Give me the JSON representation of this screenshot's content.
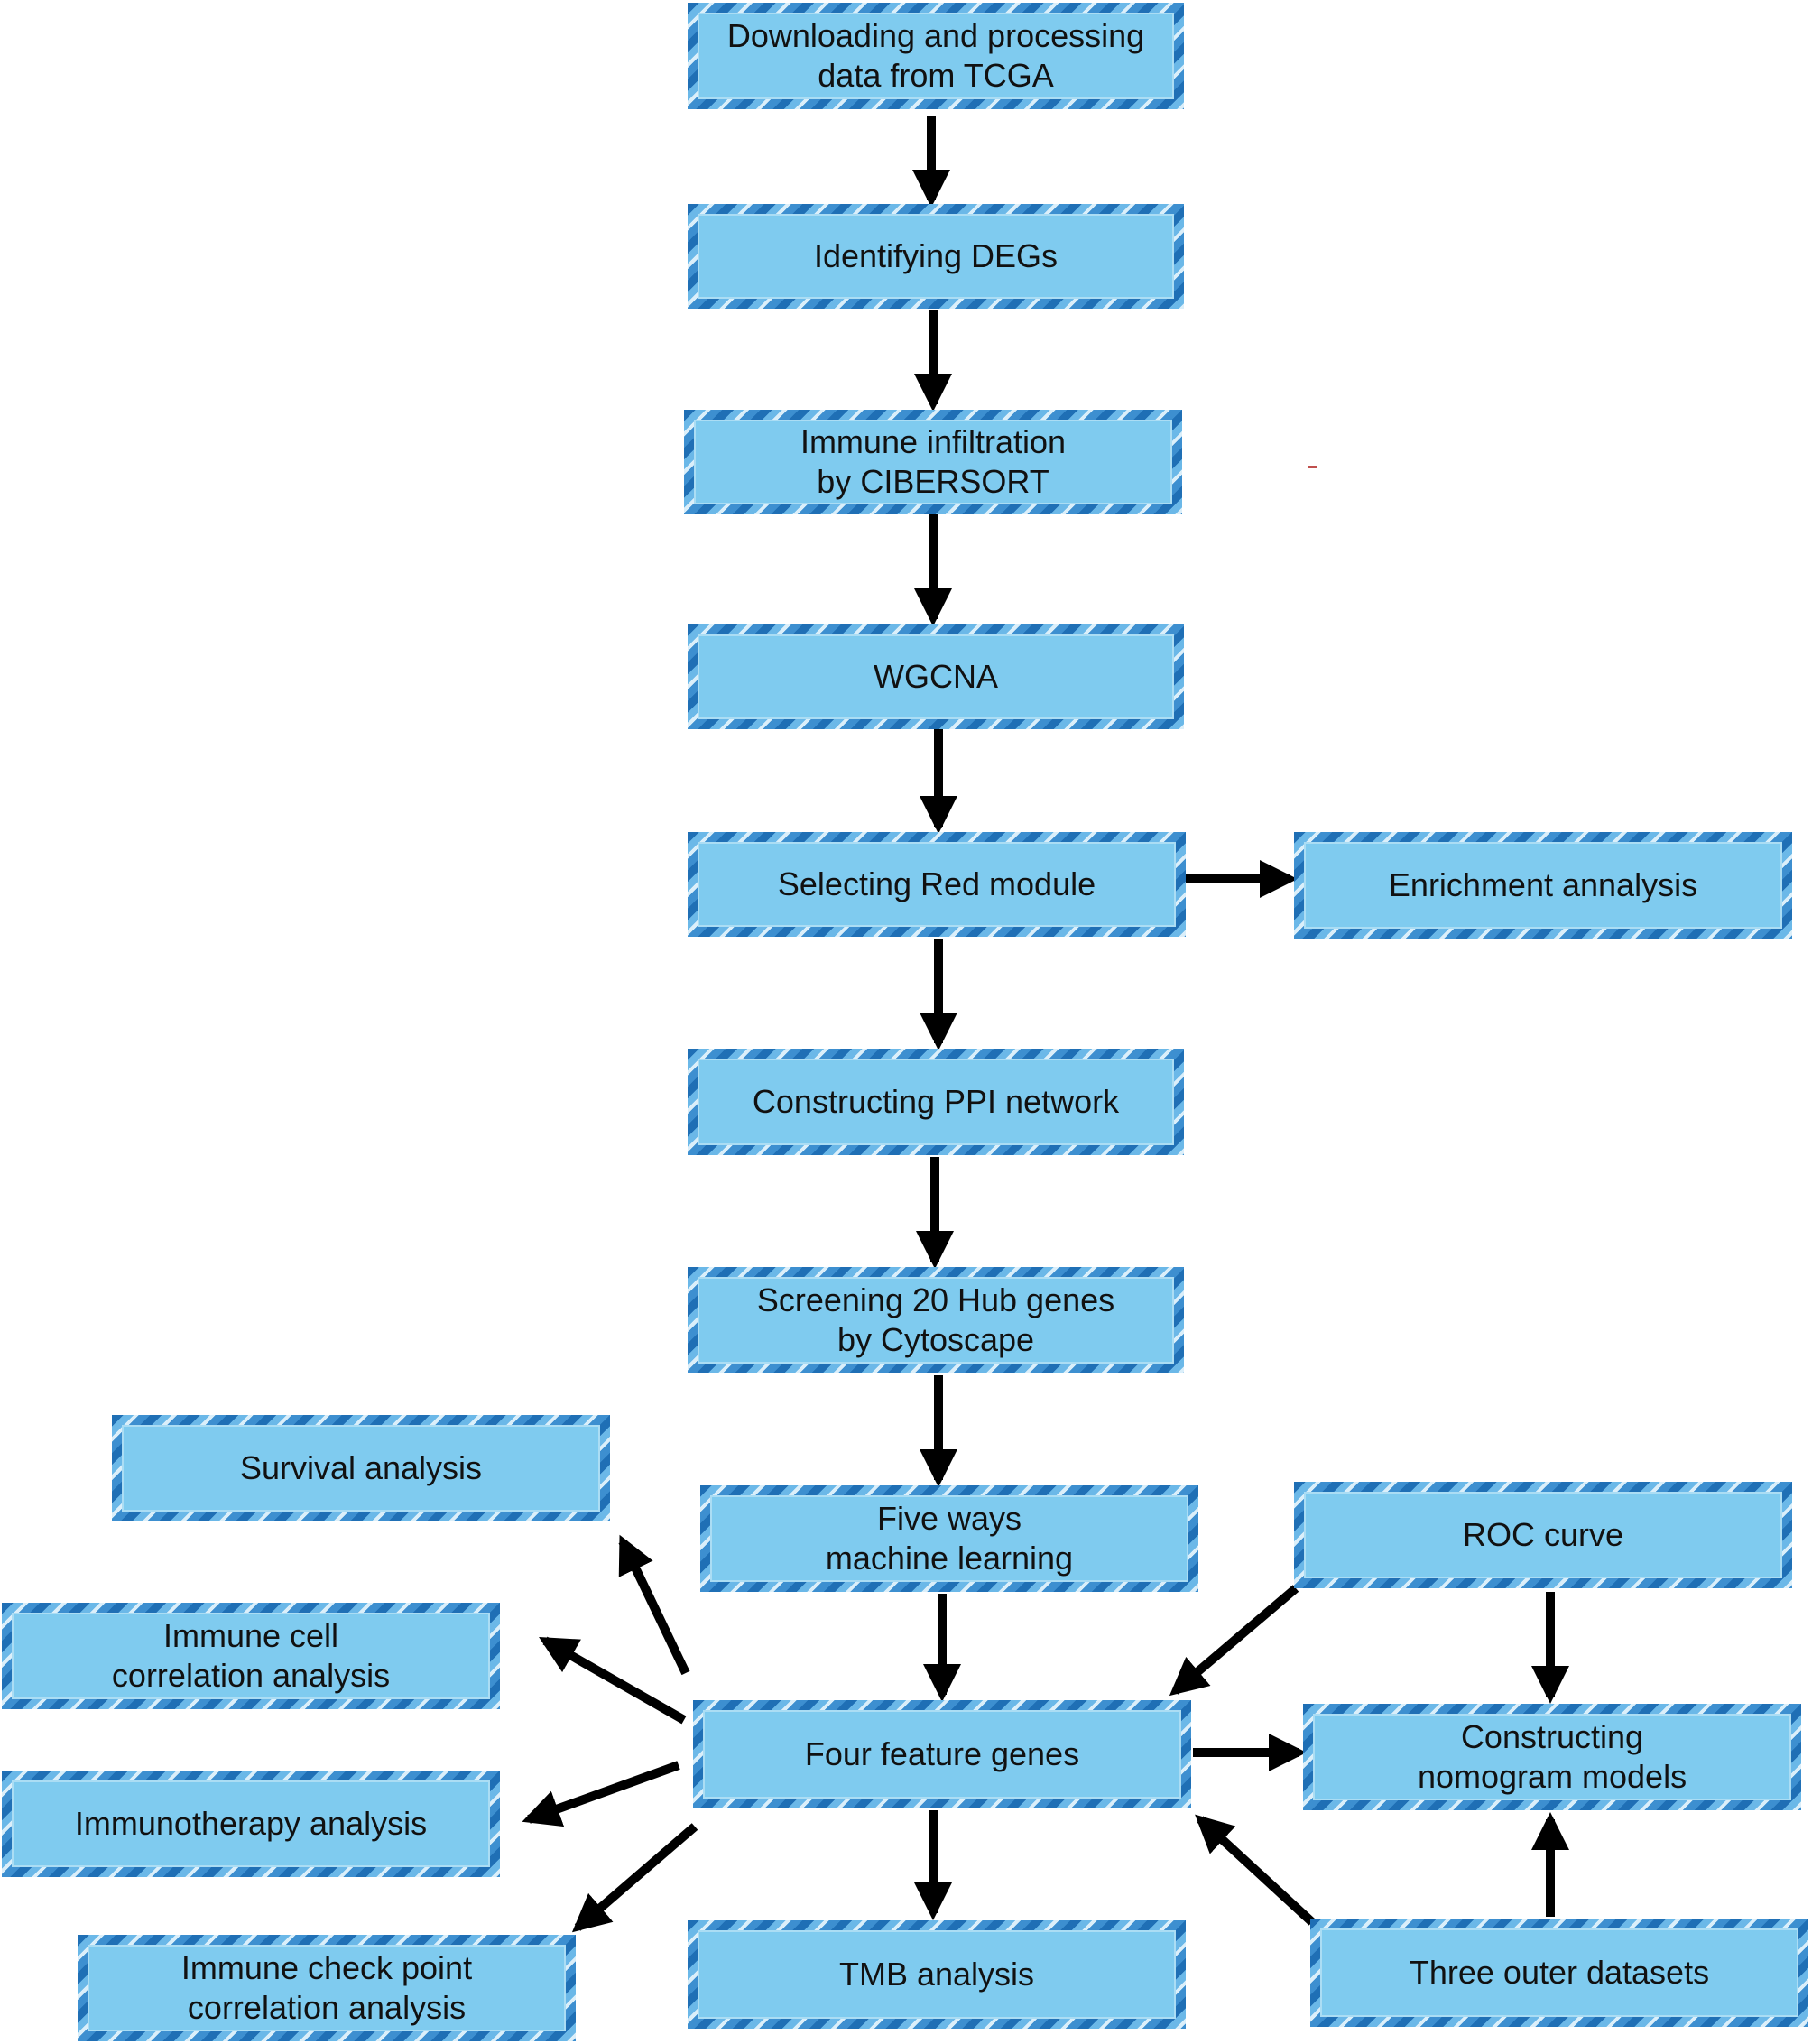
{
  "colors": {
    "box_fill": "#7fcbef",
    "box_border": "#2f86c6",
    "arrow": "#000000",
    "text": "#111111"
  },
  "nodes": {
    "tcga": "Downloading and processing\ndata from TCGA",
    "degs": "Identifying DEGs",
    "cibersort": "Immune infiltration\nby CIBERSORT",
    "wgcna": "WGCNA",
    "red_module": "Selecting Red module",
    "enrichment": "Enrichment annalysis",
    "ppi": "Constructing PPI network",
    "hub": "Screening 20 Hub genes\nby Cytoscape",
    "ml": "Five ways\nmachine learning",
    "feature": "Four feature genes",
    "survival": "Survival analysis",
    "immune_cell": "Immune cell\ncorrelation analysis",
    "immunotherapy": "Immunotherapy analysis",
    "checkpoint": "Immune check point\ncorrelation analysis",
    "tmb": "TMB analysis",
    "roc": "ROC curve",
    "nomogram": "Constructing\nnomogram models",
    "outer": "Three outer datasets"
  },
  "edges": [
    {
      "from": "tcga",
      "to": "degs"
    },
    {
      "from": "degs",
      "to": "cibersort"
    },
    {
      "from": "cibersort",
      "to": "wgcna"
    },
    {
      "from": "wgcna",
      "to": "red_module"
    },
    {
      "from": "red_module",
      "to": "enrichment"
    },
    {
      "from": "red_module",
      "to": "ppi"
    },
    {
      "from": "ppi",
      "to": "hub"
    },
    {
      "from": "hub",
      "to": "ml"
    },
    {
      "from": "ml",
      "to": "feature"
    },
    {
      "from": "feature",
      "to": "survival"
    },
    {
      "from": "feature",
      "to": "immune_cell"
    },
    {
      "from": "feature",
      "to": "immunotherapy"
    },
    {
      "from": "feature",
      "to": "checkpoint"
    },
    {
      "from": "feature",
      "to": "tmb"
    },
    {
      "from": "feature",
      "to": "nomogram"
    },
    {
      "from": "roc",
      "to": "feature"
    },
    {
      "from": "roc",
      "to": "nomogram"
    },
    {
      "from": "outer",
      "to": "feature"
    },
    {
      "from": "outer",
      "to": "nomogram"
    }
  ]
}
